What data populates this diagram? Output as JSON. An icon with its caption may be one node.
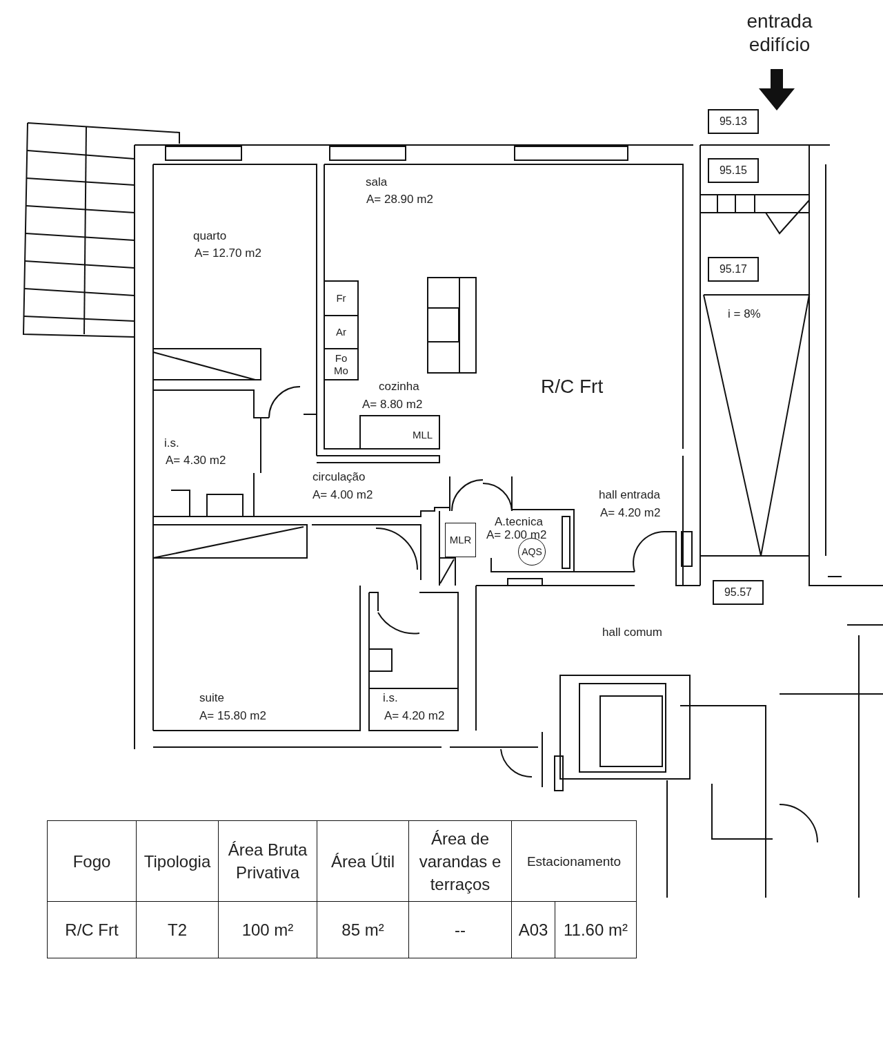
{
  "diagram": {
    "nodes": [
      {
        "text": [
          "95.13"
        ]
      },
      {
        "text": [
          "95.15"
        ]
      },
      {
        "text": [
          "95.17"
        ]
      },
      {
        "text": [
          "Fr"
        ]
      },
      {
        "text": [
          "Ar"
        ]
      },
      {
        "text": [
          "Fo Mo"
        ]
      },
      {
        "text": [
          "MLR"
        ]
      },
      {
        "text": [
          "AQS"
        ]
      },
      {
        "text": [
          "95.57"
        ]
      }
    ],
    "edges": [],
    "labels": [
      "entrada edifício",
      "sala",
      "A= 28.90 m2",
      "quarto",
      "A= 12.70 m2",
      "i = 8%",
      "cozinha",
      "A= 8.80 m2",
      "R/C Frt",
      "MLL",
      "i.s.",
      "A= 4.30 m2",
      "circulação",
      "A= 4.00 m2",
      "hall entrada",
      "A= 4.20 m2",
      "A.tecnica",
      "A= 2.00 m2",
      "hall comum",
      "suite",
      "A= 15.80 m2",
      "i.s.",
      "A= 4.20 m2",
      "Fogo",
      "Tipologia",
      "Área Bruta Privativa",
      "Área Útil",
      "Área de varandas e terraços",
      "Estacionamento",
      "R/C Frt",
      "T2",
      "100 m²",
      "85 m²",
      "--",
      "A03",
      "11.60 m²"
    ]
  }
}
